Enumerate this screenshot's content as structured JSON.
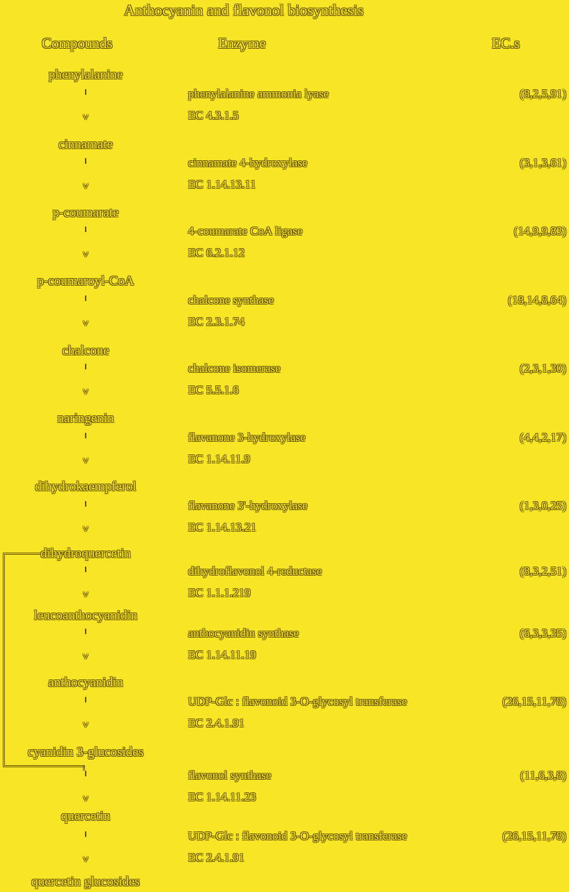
{
  "title": "Anthocyanin and flavonol biosynthesis",
  "headers": {
    "compounds": "Compounds",
    "enzyme": "Enzyme",
    "ecs": "EC.s"
  },
  "compounds": [
    "phenylalanine",
    "cinnamate",
    "p-coumarate",
    "p-coumaroyl-CoA",
    "chalcone",
    "naringenin",
    "dihydrokaempferol",
    "dihydroquercetin",
    "leucoanthocyanidin",
    "anthocyanidin",
    "cyanidin 3-glucosides",
    "quercetin",
    "quercetin glucosides"
  ],
  "steps": [
    {
      "enzyme": "phenylalanine ammonia lyase",
      "ec": "EC 4.3.1.5",
      "index": "(8,2,5,91)"
    },
    {
      "enzyme": "cinnamate 4-hydroxylase",
      "ec": "EC 1.14.13.11",
      "index": "(3,1,3,61)"
    },
    {
      "enzyme": "4-coumarate CoA ligase",
      "ec": "EC 6.2.1.12",
      "index": "(14,9,9,83)"
    },
    {
      "enzyme": "chalcone synthase",
      "ec": "EC 2.3.1.74",
      "index": "(18,14,8,64)"
    },
    {
      "enzyme": "chalcone isomerase",
      "ec": "EC 5.5.1.6",
      "index": "(2,3,1,30)"
    },
    {
      "enzyme": "flavanone 3-hydroxylase",
      "ec": "EC 1.14.11.9",
      "index": "(4,4,2,17)"
    },
    {
      "enzyme": "flavanone 3'-hydroxylase",
      "ec": "EC 1.14.13.21",
      "index": "(1,3,0,25)"
    },
    {
      "enzyme": "dihydroflavonol 4-reductase",
      "ec": "EC 1.1.1.219",
      "index": "(8,3,2,51)"
    },
    {
      "enzyme": "anthocyanidin synthase",
      "ec": "EC 1.14.11.19",
      "index": "(6,3,3,35)"
    },
    {
      "enzyme": "UDP-Glc : flavonoid 3-O-glycosyl transferase",
      "ec": "EC 2.4.1.91",
      "index": "(26,15,11,78)"
    },
    {
      "enzyme": "flavonol synthase",
      "ec": "EC 1.14.11.23",
      "index": "(11,6,3,8)"
    },
    {
      "enzyme": "UDP-Glc : flavonoid 3-O-glycosyl transferase",
      "ec": "EC 2.4.1.91",
      "index": "(26,15,11,78)"
    }
  ]
}
